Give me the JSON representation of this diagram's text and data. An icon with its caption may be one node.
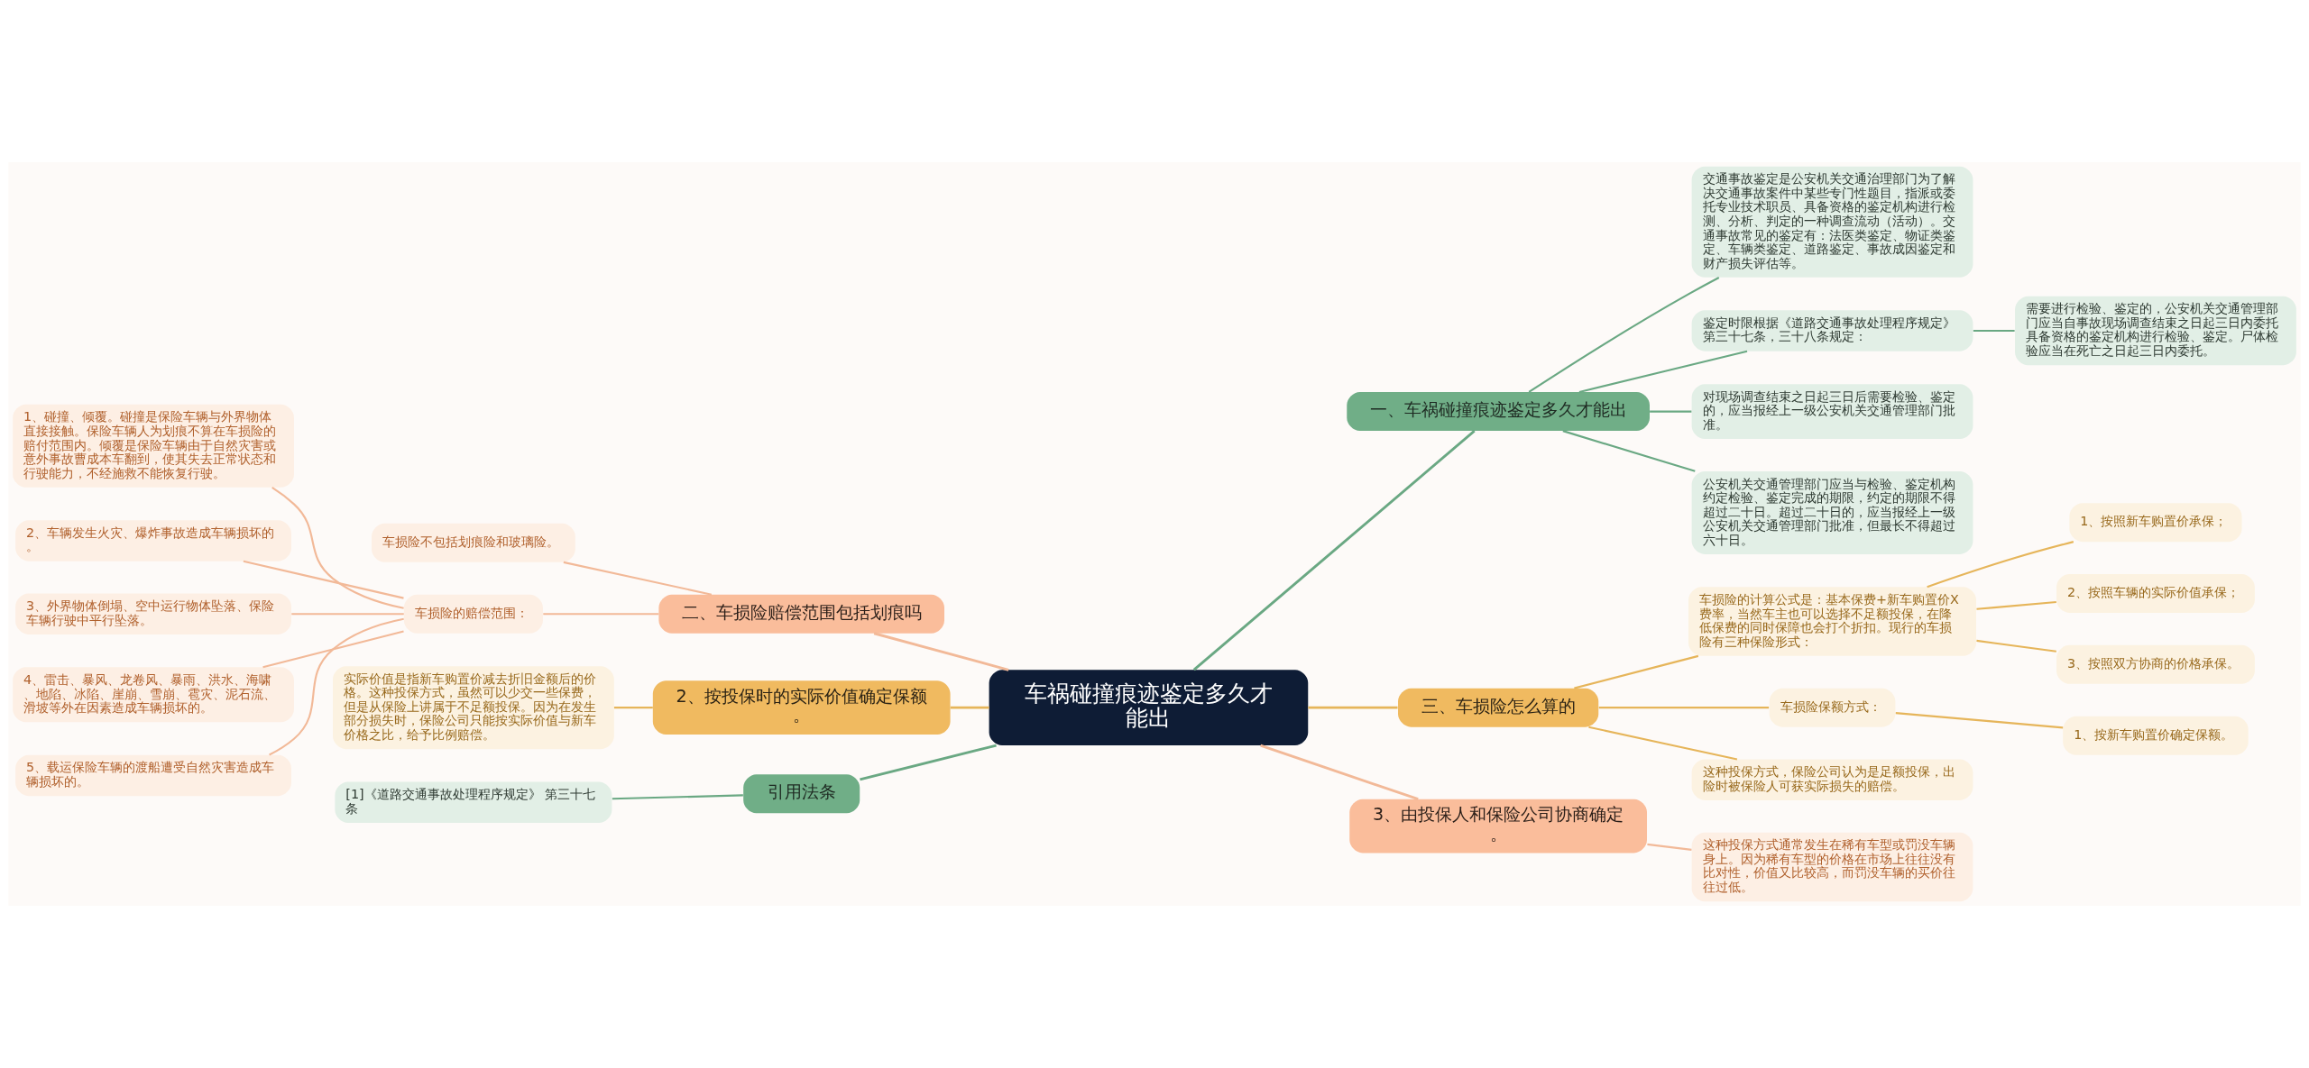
{
  "diagram": {
    "nodes": [
      {
        "text": [
          "车祸碰撞痕迹鉴定多久才能出"
        ]
      },
      {
        "text": [
          "一、车祸碰撞痕迹鉴定多久才能出"
        ]
      },
      {
        "text": [
          "交通事故鉴定是公安机关交通治理部门为了解决交通事故案件中某些专门性题目，指派或委托专业技术职员、具备资格的鉴定机构进行检测、分析、判定的一种调查流动（活动）。交通事故常见的鉴定有：法医类鉴定、物证类鉴定、车辆类鉴定、道路鉴定、事故成因鉴定和财产损失评估等。"
        ]
      },
      {
        "text": [
          "鉴定时限根据《道路交通事故处理程序规定》第三十七条，三十八条规定："
        ]
      },
      {
        "text": [
          "需要进行检验、鉴定的，公安机关交通管理部门应当自事故现场调查结束之日起三日内委托具备资格的鉴定机构进行检验、鉴定。尸体检验应当在死亡之日起三日内委托。"
        ]
      },
      {
        "text": [
          "对现场调查结束之日起三日后需要检验、鉴定的，应当报经上一级公安机关交通管理部门批准。"
        ]
      },
      {
        "text": [
          "公安机关交通管理部门应当与检验、鉴定机构约定检验、鉴定完成的期限，约定的期限不得超过二十日。超过二十日的，应当报经上一级公安机关交通管理部门批准，但最长不得超过六十日。"
        ]
      },
      {
        "text": [
          "二、车损险赔偿范围包括划痕吗"
        ]
      },
      {
        "text": [
          "车损险不包括划痕险和玻璃险。"
        ]
      },
      {
        "text": [
          "车损险的赔偿范围："
        ]
      },
      {
        "text": [
          "1、碰撞、倾覆。碰撞是保险车辆与外界物体直接接触。保险车辆人为划痕不算在车损险的赔付范围内。倾覆是保险车辆由于自然灾害或意外事故曹成本车翻到，使其失去正常状态和行驶能力，不经施救不能恢复行驶。"
        ]
      },
      {
        "text": [
          "2、车辆发生火灾、爆炸事故造成车辆损坏的。"
        ]
      },
      {
        "text": [
          "3、外界物体倒塌、空中运行物体坠落、保险车辆行驶中平行坠落。"
        ]
      },
      {
        "text": [
          "4、雷击、暴风、龙卷风、暴雨、洪水、海啸、地陷、冰陷、崖崩、雪崩、雹灾、泥石流、滑坡等外在因素造成车辆损坏的。"
        ]
      },
      {
        "text": [
          "5、载运保险车辆的渡船遭受自然灾害造成车辆损坏的。"
        ]
      },
      {
        "text": [
          "三、车损险怎么算的"
        ]
      },
      {
        "text": [
          "车损险的计算公式是：基本保费+新车购置价X费率，当然车主也可以选择不足额投保，在降低保费的同时保障也会打个折扣。现行的车损险有三种保险形式："
        ]
      },
      {
        "text": [
          "1、按照新车购置价承保；"
        ]
      },
      {
        "text": [
          "2、按照车辆的实际价值承保；"
        ]
      },
      {
        "text": [
          "3、按照双方协商的价格承保。"
        ]
      },
      {
        "text": [
          "车损险保额方式："
        ]
      },
      {
        "text": [
          "1、按新车购置价确定保额。"
        ]
      },
      {
        "text": [
          "这种投保方式，保险公司认为是足额投保，出险时被保险人可获实际损失的赔偿。"
        ]
      },
      {
        "text": [
          "2、按投保时的实际价值确定保额。"
        ]
      },
      {
        "text": [
          "实际价值是指新车购置价减去折旧金额后的价格。这种投保方式，虽然可以少交一些保费，但是从保险上讲属于不足额投保。因为在发生部分损失时，保险公司只能按实际价值与新车价格之比，给予比例赔偿。"
        ]
      },
      {
        "text": [
          "3、由投保人和保险公司协商确定。"
        ]
      },
      {
        "text": [
          "这种投保方式通常发生在稀有车型或罚没车辆身上。因为稀有车型的价格在市场上往往没有比对性，价值又比较高，而罚没车辆的买价往往过低。"
        ]
      },
      {
        "text": [
          "引用法条"
        ]
      },
      {
        "text": [
          "[1]《道路交通事故处理程序规定》 第三十七条"
        ]
      }
    ],
    "edges": [
      {
        "from": 0,
        "to": 1,
        "arrow": "none",
        "color": "#6aa883"
      },
      {
        "from": 1,
        "to": 2,
        "arrow": "none",
        "color": "#6aa883"
      },
      {
        "from": 1,
        "to": 3,
        "arrow": "none",
        "color": "#6aa883"
      },
      {
        "from": 3,
        "to": 4,
        "arrow": "none",
        "color": "#6aa883"
      },
      {
        "from": 1,
        "to": 5,
        "arrow": "none",
        "color": "#6aa883"
      },
      {
        "from": 1,
        "to": 6,
        "arrow": "none",
        "color": "#6aa883"
      },
      {
        "from": 7,
        "to": 0,
        "arrow": "none",
        "color": "#f2b998"
      },
      {
        "from": 8,
        "to": 7,
        "arrow": "none",
        "color": "#f2b998"
      },
      {
        "from": 9,
        "to": 7,
        "arrow": "none",
        "color": "#f2b998"
      },
      {
        "from": 10,
        "to": 9,
        "arrow": "none",
        "color": "#f2b998"
      },
      {
        "from": 11,
        "to": 9,
        "arrow": "none",
        "color": "#f2b998"
      },
      {
        "from": 12,
        "to": 9,
        "arrow": "none",
        "color": "#f2b998"
      },
      {
        "from": 13,
        "to": 9,
        "arrow": "none",
        "color": "#f2b998"
      },
      {
        "from": 14,
        "to": 9,
        "arrow": "none",
        "color": "#f2b998"
      },
      {
        "from": 0,
        "to": 15,
        "arrow": "none",
        "color": "#e6b55a"
      },
      {
        "from": 15,
        "to": 16,
        "arrow": "none",
        "color": "#e6b55a"
      },
      {
        "from": 16,
        "to": 17,
        "arrow": "none",
        "color": "#e6b55a"
      },
      {
        "from": 16,
        "to": 18,
        "arrow": "none",
        "color": "#e6b55a"
      },
      {
        "from": 16,
        "to": 19,
        "arrow": "none",
        "color": "#e6b55a"
      },
      {
        "from": 15,
        "to": 20,
        "arrow": "none",
        "color": "#e6b55a"
      },
      {
        "from": 20,
        "to": 21,
        "arrow": "none",
        "color": "#e6b55a"
      },
      {
        "from": 15,
        "to": 22,
        "arrow": "none",
        "color": "#e6b55a"
      },
      {
        "from": 23,
        "to": 0,
        "arrow": "none",
        "color": "#e6b55a"
      },
      {
        "from": 24,
        "to": 23,
        "arrow": "none",
        "color": "#e6b55a"
      },
      {
        "from": 0,
        "to": 25,
        "arrow": "none",
        "color": "#f2b998"
      },
      {
        "from": 25,
        "to": 26,
        "arrow": "none",
        "color": "#f2b998"
      },
      {
        "from": 27,
        "to": 0,
        "arrow": "none",
        "color": "#6aa883"
      },
      {
        "from": 28,
        "to": 27,
        "arrow": "none",
        "color": "#6aa883"
      }
    ]
  }
}
